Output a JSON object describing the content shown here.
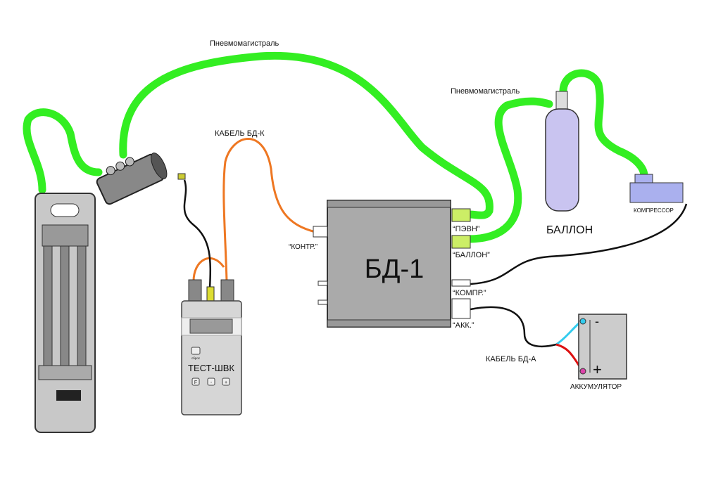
{
  "labels": {
    "hose_top": "Пневмомагистраль",
    "hose_right": "Пневмомагистраль",
    "cable_bdk": "КАБЕЛЬ БД-К",
    "kontr": "“КОНТР.”",
    "main_unit": "БД-1",
    "pevn": "“ПЭВН”",
    "ballon_port": "“БАЛЛОН”",
    "kompr_port": "“КОМПР.”",
    "akk_port": "“АКК.”",
    "ballon": "БАЛЛОН",
    "compressor": "КОМПРЕССОР",
    "cable_bda": "КАБЕЛЬ БД-А",
    "battery": "АККУМУЛЯТОР",
    "battery_minus": "-",
    "battery_plus": "+"
  },
  "tester": {
    "name": "ТЕСТ-ШВК",
    "reset_label": "сброс",
    "buttons": [
      "F",
      "-",
      "+"
    ]
  },
  "colors": {
    "hose": "#33ee22",
    "cable_orange": "#ee7722",
    "cable_black": "#111111",
    "cable_cyan": "#33ccee",
    "cable_red": "#dd1111",
    "port_green": "#ccee66",
    "body_grey": "#aaaaaa",
    "ballon_fill": "#c9c4f0",
    "compressor_fill": "#aab0ee"
  }
}
